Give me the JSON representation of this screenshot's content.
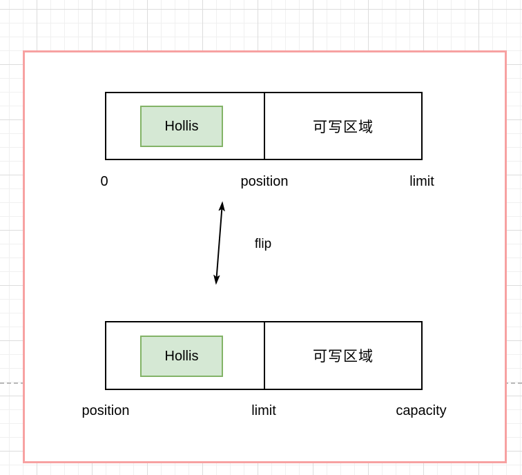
{
  "colors": {
    "frame_border": "#f7a1a1",
    "shape_stroke": "#000000",
    "green_fill": "#d5e8d4",
    "green_stroke": "#82b366",
    "grid_minor": "#f0f0f0",
    "grid_major": "#dcdcdc",
    "page_dash": "#b9b9b9"
  },
  "diagram": {
    "top_buffer": {
      "data_label": "Hollis",
      "writable_label": "可写区域",
      "markers": [
        "0",
        "position",
        "limit"
      ]
    },
    "bottom_buffer": {
      "data_label": "Hollis",
      "writable_label": "可写区域",
      "markers": [
        "position",
        "limit",
        "capacity"
      ]
    },
    "flip_label": "flip"
  }
}
